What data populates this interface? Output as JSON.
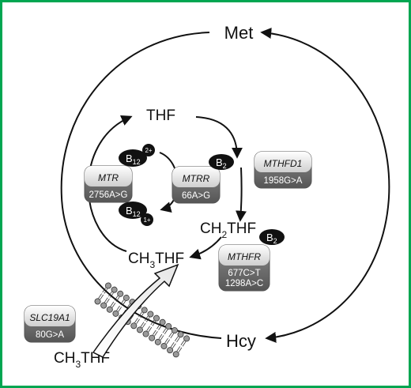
{
  "colors": {
    "frame_border": "#00a651",
    "line": "#111111",
    "gene_top": "#e8e8e8",
    "gene_bottom": "#6a6a6a",
    "cofactor_fill": "#111111"
  },
  "metabolites": {
    "met": "Met",
    "hcy": "Hcy",
    "thf": "THF",
    "ch2thf_prefix": "CH",
    "ch2thf_sub": "2",
    "ch2thf_suffix": "THF",
    "ch3thf_prefix": "CH",
    "ch3thf_sub": "3",
    "ch3thf_suffix": "THF"
  },
  "genes": {
    "mtr": {
      "name": "MTR",
      "variants": [
        "2756A>G"
      ]
    },
    "mtrr": {
      "name": "MTRR",
      "variants": [
        "66A>G"
      ]
    },
    "mthfd1": {
      "name": "MTHFD1",
      "variants": [
        "1958G>A"
      ]
    },
    "mthfr": {
      "name": "MTHFR",
      "variants": [
        "677C>T",
        "1298A>C"
      ]
    },
    "slc19a1": {
      "name": "SLC19A1",
      "variants": [
        "80G>A"
      ]
    }
  },
  "cofactors": {
    "b12_base": "B",
    "b12_sub": "12",
    "b12_ox": "2+",
    "b12_red": "1+",
    "b2_base": "B",
    "b2_sub": "2"
  }
}
